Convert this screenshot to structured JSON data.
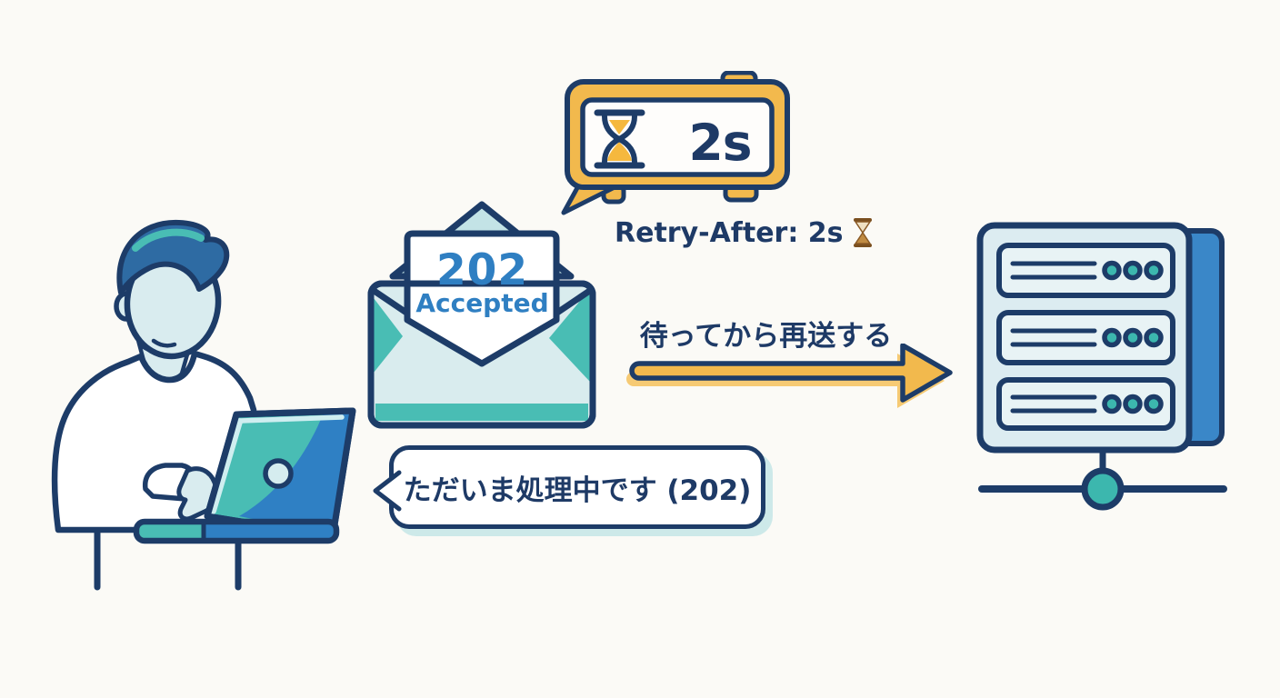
{
  "illustration_type": "http-202-retry-after-flow-diagram",
  "palette": {
    "background": "#fbfaf6",
    "navy_outline": "#1d3c68",
    "navy_text": "#1e3a66",
    "blue_text": "#2f7fc2",
    "mid_blue": "#2f80c4",
    "hair_blue": "#2e6ba3",
    "server_side_blue": "#3a87c8",
    "teal": "#49bdb4",
    "dot_teal": "#3cb7ae",
    "ice_light_blue": "#d9ecef",
    "server_body": "#dcecf1",
    "flap_light_teal": "#c3e3e6",
    "yellow": "#f2b94d",
    "yellow_shadow": "#f6ca74",
    "sand_yellow": "#f5b83e",
    "bubble_shadow_teal": "#cde9e9"
  },
  "timer": {
    "value": "2s",
    "icon": "hourglass-icon"
  },
  "retry_after": {
    "text": "Retry-After: 2s",
    "emoji": "⌛",
    "emoji_icon": "hourglass-emoji-icon"
  },
  "envelope": {
    "status_code": "202",
    "status_text": "Accepted"
  },
  "arrow": {
    "label": "待ってから再送する",
    "direction": "right"
  },
  "speech_bubble": {
    "text": "ただいま処理中です (202)"
  },
  "icons": {
    "person": "person-at-laptop-illustration",
    "envelope": "envelope-open-icon",
    "timer": "alarm-speech-bubble-icon",
    "arrow": "arrow-right-icon",
    "server": "server-rack-icon",
    "network": "network-node-icon"
  }
}
